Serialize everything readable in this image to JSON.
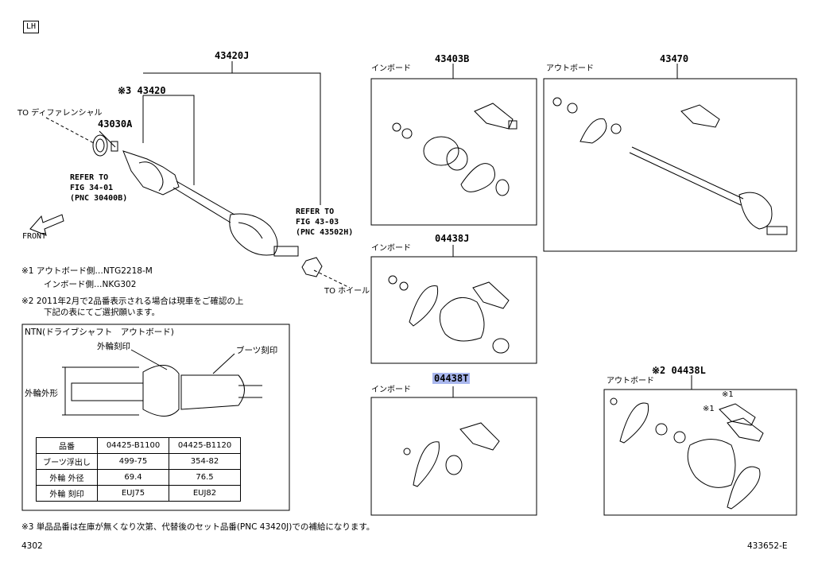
{
  "header": {
    "lh_tag": "LH"
  },
  "part_numbers": {
    "p43420J": "43420J",
    "p43420": "※3 43420",
    "p43030A": "43030A",
    "p43403B": "43403B",
    "p43470": "43470",
    "p04438J": "04438J",
    "p04438T": "04438T",
    "p04438L": "※2 04438L"
  },
  "labels": {
    "to_differential": "TO ディファレンシャル",
    "refer_left_1": "REFER TO",
    "refer_left_2": "FIG 34-01",
    "refer_left_3": "(PNC 30400B)",
    "refer_right_1": "REFER TO",
    "refer_right_2": "FIG 43-03",
    "refer_right_3": "(PNC 43502H)",
    "front": "FRONT",
    "to_wheel": "TO ホイール",
    "inboard_1": "インボード",
    "inboard_2": "インボード",
    "inboard_3": "インボード",
    "outboard_1": "アウトボード",
    "outboard_2": "アウトボード",
    "mark_x1_a": "※1",
    "mark_x1_b": "※1"
  },
  "notes": {
    "n1_a": "※1  アウトボード側…NTG2218-M",
    "n1_b": "インボード側…NKG302",
    "n2_a": "※2  2011年2月で2品番表示される場合は現車をご確認の上",
    "n2_b": "下記の表にてご選択願います。",
    "n3": "※3 単品品番は在庫が無くなり次第、代替後のセット品番(PNC 43420J)での補給になります。"
  },
  "detail": {
    "title": "NTN(ドライブシャフト　アウトボード)",
    "outer_ring_mark": "外輪刻印",
    "boot_mark": "ブーツ刻印",
    "outer_ring_od": "外輪外形"
  },
  "spec_table": {
    "header": [
      "品番",
      "04425-B1100",
      "04425-B1120"
    ],
    "rows": [
      [
        "ブーツ浮出し",
        "499-75",
        "354-82"
      ],
      [
        "外輪 外径",
        "69.4",
        "76.5"
      ],
      [
        "外輪 刻印",
        "EUJ75",
        "EUJ82"
      ]
    ]
  },
  "footer": {
    "page": "4302",
    "figure_id": "433652-E"
  }
}
